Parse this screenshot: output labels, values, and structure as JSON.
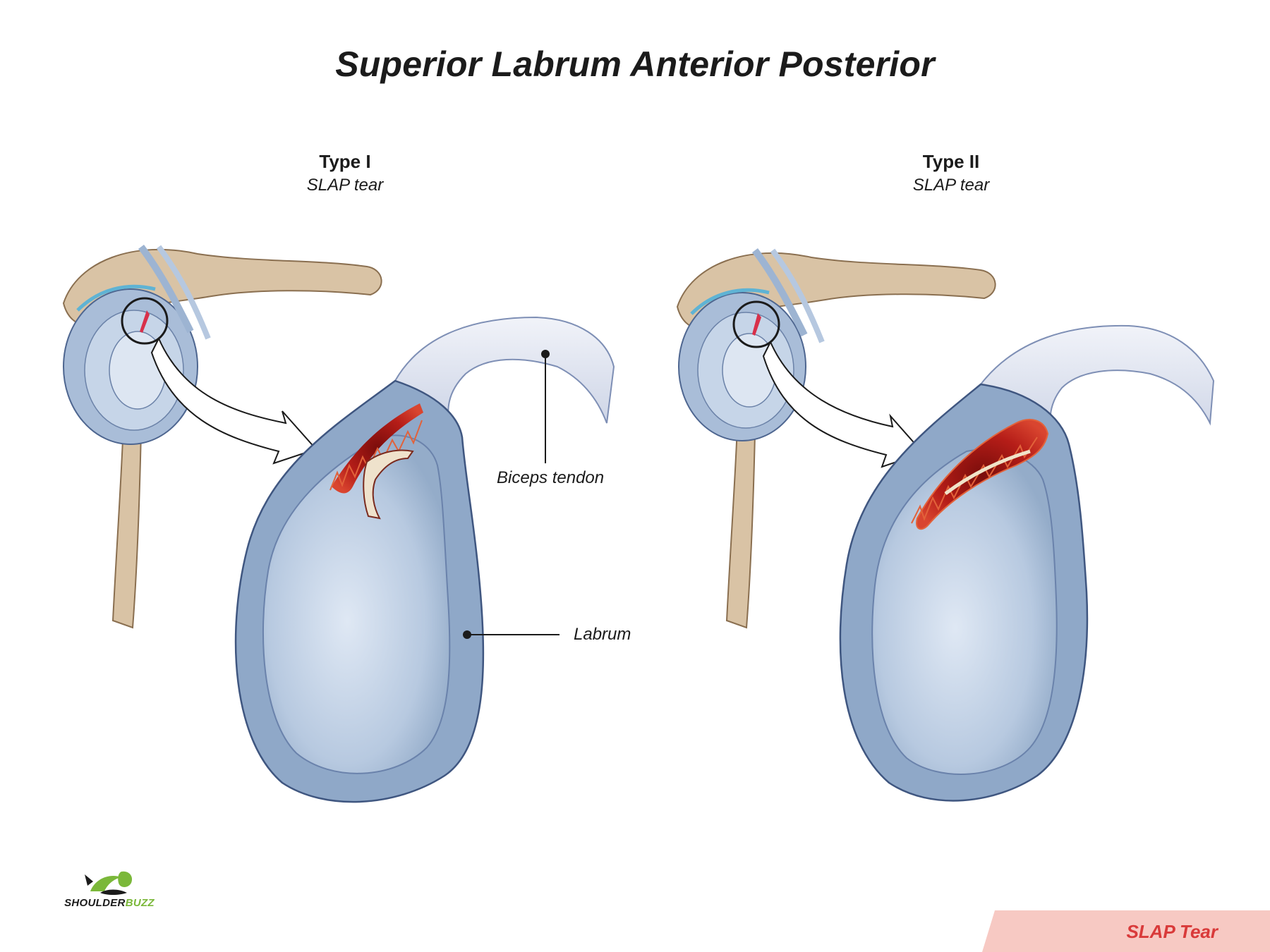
{
  "title": "Superior Labrum Anterior Posterior",
  "panels": [
    {
      "type_label": "Type I",
      "subtitle": "SLAP tear"
    },
    {
      "type_label": "Type II",
      "subtitle": "SLAP tear"
    }
  ],
  "callouts": {
    "biceps_tendon": "Biceps tendon",
    "labrum": "Labrum"
  },
  "logo": {
    "brand_main": "SHOULDER",
    "brand_accent": "BUZZ"
  },
  "footer": {
    "label": "SLAP Tear"
  },
  "colors": {
    "labrum_outer": "#8fa8c8",
    "glenoid_fill": "#b9cbe2",
    "bone": "#d9c3a5",
    "tear_red": "#c0231e",
    "footer_band": "#f7c9c3",
    "footer_text": "#d93a3a",
    "logo_green": "#7bb83a"
  }
}
